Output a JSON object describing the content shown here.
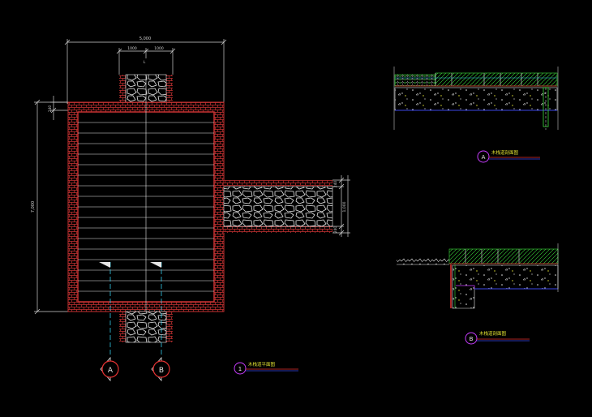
{
  "colors": {
    "background": "#000000",
    "brick": "#c83232",
    "line_white": "#e6e6e6",
    "dim_white": "#cfcfcf",
    "cyan": "#32c8e6",
    "green": "#3cdc3c",
    "blue": "#3c46e6",
    "yellow": "#e6e632",
    "marker_red": "#e63232",
    "marker_purple": "#c83cff"
  },
  "plan": {
    "top_overall_dim": "5,000",
    "top_left_dim": "1000",
    "top_right_dim": "1000",
    "top_center_mark": "L",
    "left_overall_dim": "7,000",
    "left_small_dim": "240",
    "right_dim_top": "240",
    "right_dim_mid": "1,000",
    "right_dim_bottom": "240"
  },
  "markers": {
    "a_letter": "A",
    "b_letter": "B",
    "plan_number": "1"
  },
  "titles": {
    "plan_title": "木栈道平面图",
    "section_a_title": "木栈道剖面图",
    "section_b_title": "木栈道剖面图"
  }
}
